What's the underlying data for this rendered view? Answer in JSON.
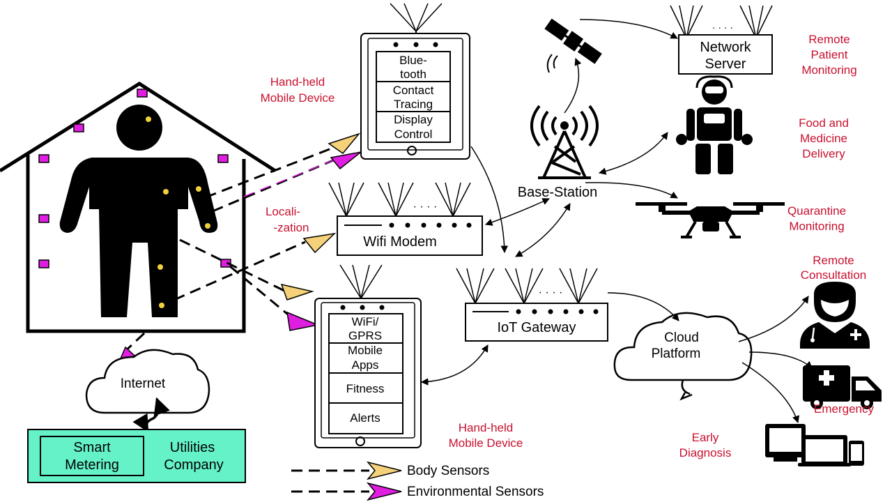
{
  "colors": {
    "red_label": "#c8102e",
    "body_sensor_arrow": "#f5d27a",
    "env_sensor_arrow": "#e01ee0",
    "sensor_square": "#e01ee0",
    "body_dot": "#f2d23c",
    "utility_box": "#66f2c8"
  },
  "labels": {
    "handheld_top": [
      "Hand-held",
      "Mobile Device"
    ],
    "handheld_bottom": [
      "Hand-held",
      "Mobile Device"
    ],
    "localization": [
      "Locali-",
      "-zation"
    ],
    "remote_patient": [
      "Remote",
      "Patient",
      "Monitoring"
    ],
    "food_delivery": [
      "Food and",
      "Medicine",
      "Delivery"
    ],
    "quarantine": [
      "Quarantine",
      "Monitoring"
    ],
    "remote_consult": [
      "Remote",
      "Consultation"
    ],
    "emergency": "Emergency",
    "early_diagnosis": [
      "Early",
      "Diagnosis"
    ],
    "base_station": "Base-Station"
  },
  "devices": {
    "phone_top_items": [
      [
        "Blue-",
        "tooth"
      ],
      [
        "Contact",
        "Tracing"
      ],
      [
        "Display",
        "Control"
      ]
    ],
    "phone_bottom_items": [
      [
        "WiFi/",
        "GPRS"
      ],
      [
        "Mobile",
        "Apps"
      ],
      [
        "Fitness"
      ],
      [
        "Alerts"
      ]
    ],
    "wifi_modem": "Wifi Modem",
    "iot_gateway": "IoT Gateway",
    "network_server": [
      "Network",
      "Server"
    ],
    "ellipsis": "· · · ·"
  },
  "cloud": {
    "internet": "Internet",
    "platform": [
      "Cloud",
      "Platform"
    ]
  },
  "utility": {
    "smart_metering": [
      "Smart",
      "Metering"
    ],
    "company": [
      "Utilities",
      "Company"
    ]
  },
  "legend": {
    "body": "Body Sensors",
    "environmental": "Environmental Sensors"
  }
}
